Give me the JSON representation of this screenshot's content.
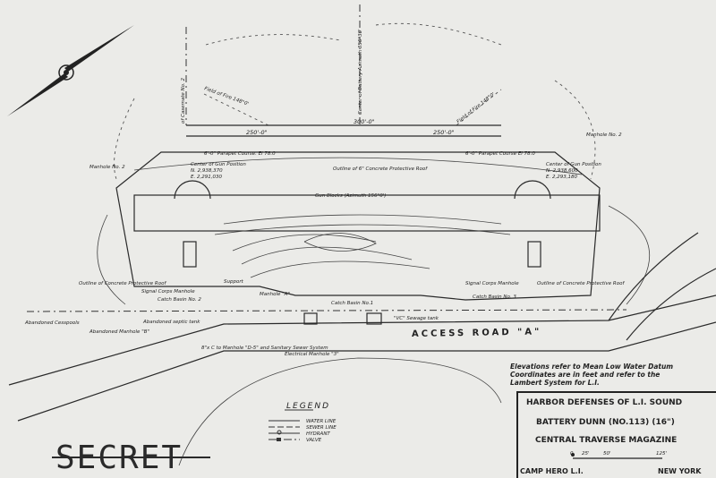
{
  "dimensions": {
    "left_span": "250'-0\"",
    "center_span": "300'-0\"",
    "right_span": "250'-0\""
  },
  "labels": {
    "field_fire_left": "Field of Fire 148°0'",
    "field_fire_right": "Field of Fire 148°0'",
    "casemate_left": "of Casemate No. 2",
    "center_line": "Center of Battery Azimuth 356°30'",
    "parapet_left": "6'-0\" Parapet Course. El 78.0",
    "parapet_right": "6'-0\" Parapet Course El 78.0",
    "gun_center_left": "Center of Gun Position",
    "gun_coord_left_n": "N. 2,938,370",
    "gun_coord_left_e": "E. 2,291,030",
    "gun_center_right": "Center of Gun Position",
    "gun_coord_right_n": "N. 2,938,600",
    "gun_coord_right_e": "E. 2,293,180",
    "protective_roof": "Outline of 6\" Concrete Protective Roof",
    "gun_blocks": "Gun Blocks (Azimuth 156°0')",
    "manhole_left": "Manhole No. 2",
    "manhole_right": "Manhole No. 2",
    "outline_roof_left": "Outline of Concrete Protective Roof",
    "signal_manhole_left": "Signal Corps Manhole",
    "catch_basin_2": "Catch Basin No. 2",
    "support": "Support",
    "manhole_a": "Manhole \"A\"",
    "septic_tank": "Abandoned septic tank",
    "cesspools": "Abandoned Cesspools",
    "manhole_b": "Abandoned Manhole \"B\"",
    "sewer": "8\"x C to Manhole \"D-5\" and Sanitary Sewer System",
    "electrical_manhole": "Electrical Manhole \"3\"",
    "catch_basin_3": "Catch Basin No. 3",
    "signal_manhole_right": "Signal Corps Manhole",
    "outline_roof_right": "Outline of Concrete Protective Roof",
    "sewage_tank": "\"VC\" Sewage tank",
    "catch_basin_no1": "Catch Basin No.1"
  },
  "road_label": "ACCESS ROAD \"A\"",
  "note": [
    "Elevations refer to Mean Low Water Datum",
    "Coordinates are in feet and refer to the",
    "Lambert System for L.I."
  ],
  "legend": {
    "title": "LEGEND",
    "items": [
      "WATER LINE",
      "SEWER LINE",
      "HYDRANT",
      "VALVE"
    ]
  },
  "title_block": {
    "line1": "HARBOR DEFENSES OF L.I. SOUND",
    "line2": "BATTERY DUNN (NO.113) (16\")",
    "line3": "CENTRAL TRAVERSE MAGAZINE",
    "scale": [
      "0",
      "25'",
      "50'",
      "125'"
    ],
    "location": "CAMP HERO L.I.",
    "state": "NEW YORK"
  },
  "stamp": "SECRET"
}
